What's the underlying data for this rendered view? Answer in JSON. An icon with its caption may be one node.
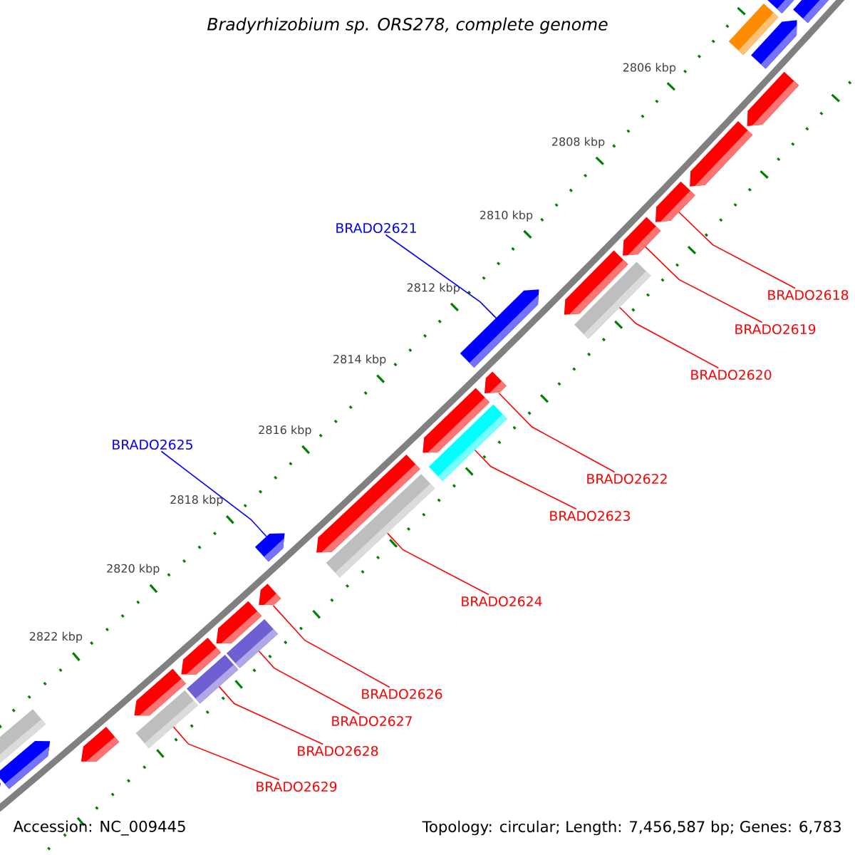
{
  "diagram": {
    "title": "Bradyrhizobium sp. ORS278, complete genome",
    "nodes": [
      {
        "text": [
          "BRADO2618"
        ]
      },
      {
        "text": [],
        "shape": "arrow"
      },
      {
        "text": [
          "BRADO2619"
        ]
      },
      {
        "text": [],
        "shape": "arrow"
      },
      {
        "text": [
          "BRADO2620"
        ]
      },
      {
        "text": [],
        "shape": "bar"
      },
      {
        "text": [
          "BRADO2621"
        ]
      },
      {
        "text": [],
        "shape": "arrow"
      },
      {
        "text": [
          "BRADO2622"
        ]
      },
      {
        "text": [],
        "shape": "arrow"
      },
      {
        "text": [
          "BRADO2623"
        ]
      },
      {
        "text": [],
        "shape": "bar"
      },
      {
        "text": [
          "BRADO2624"
        ]
      },
      {
        "text": [],
        "shape": "bar"
      },
      {
        "text": [
          "BRADO2625"
        ]
      },
      {
        "text": [],
        "shape": "arrow"
      },
      {
        "text": [
          "BRADO2626"
        ]
      },
      {
        "text": [],
        "shape": "arrow"
      },
      {
        "text": [
          "BRADO2627"
        ]
      },
      {
        "text": [],
        "shape": "bar"
      },
      {
        "text": [
          "BRADO2628"
        ]
      },
      {
        "text": [],
        "shape": "bar"
      },
      {
        "text": [
          "BRADO2629"
        ]
      },
      {
        "text": [],
        "shape": "bar"
      },
      {
        "text": [],
        "shape": "arrow"
      },
      {
        "text": [],
        "shape": "arrow"
      },
      {
        "text": [],
        "shape": "arrow"
      },
      {
        "text": [],
        "shape": "bar"
      },
      {
        "text": [],
        "shape": "arrow"
      },
      {
        "text": [],
        "shape": "arrow"
      },
      {
        "text": [],
        "shape": "arrow"
      },
      {
        "text": [],
        "shape": "arrow"
      },
      {
        "text": [],
        "shape": "arrow"
      },
      {
        "text": [],
        "shape": "arrow"
      },
      {
        "text": [],
        "shape": "arrow"
      },
      {
        "text": [],
        "shape": "arrow"
      },
      {
        "text": [],
        "shape": "arrow"
      },
      {
        "text": [],
        "shape": "bar"
      },
      {
        "text": [],
        "shape": "arrow"
      },
      {
        "text": [],
        "shape": "arrow"
      }
    ],
    "edges": [
      {
        "from": 0,
        "to": 1,
        "arrow": "none"
      },
      {
        "from": 2,
        "to": 3,
        "arrow": "none"
      },
      {
        "from": 4,
        "to": 5,
        "arrow": "none"
      },
      {
        "from": 6,
        "to": 7,
        "arrow": "none",
        "color": "#0000ff"
      },
      {
        "from": 8,
        "to": 9,
        "arrow": "none"
      },
      {
        "from": 10,
        "to": 11,
        "arrow": "none"
      },
      {
        "from": 12,
        "to": 13,
        "arrow": "none"
      },
      {
        "from": 14,
        "to": 15,
        "arrow": "none",
        "color": "#0000ff"
      },
      {
        "from": 16,
        "to": 17,
        "arrow": "none"
      },
      {
        "from": 18,
        "to": 19,
        "arrow": "none"
      },
      {
        "from": 20,
        "to": 21,
        "arrow": "none"
      },
      {
        "from": 22,
        "to": 23,
        "arrow": "none"
      }
    ],
    "labels": [
      "2806 kbp",
      "2808 kbp",
      "2810 kbp",
      "2812 kbp",
      "2814 kbp",
      "2816 kbp",
      "2818 kbp",
      "2820 kbp",
      "2822 kbp",
      "Accession: NC_009445",
      "Topology: circular; Length: 7,456,587 bp; Genes: 6,783"
    ]
  }
}
